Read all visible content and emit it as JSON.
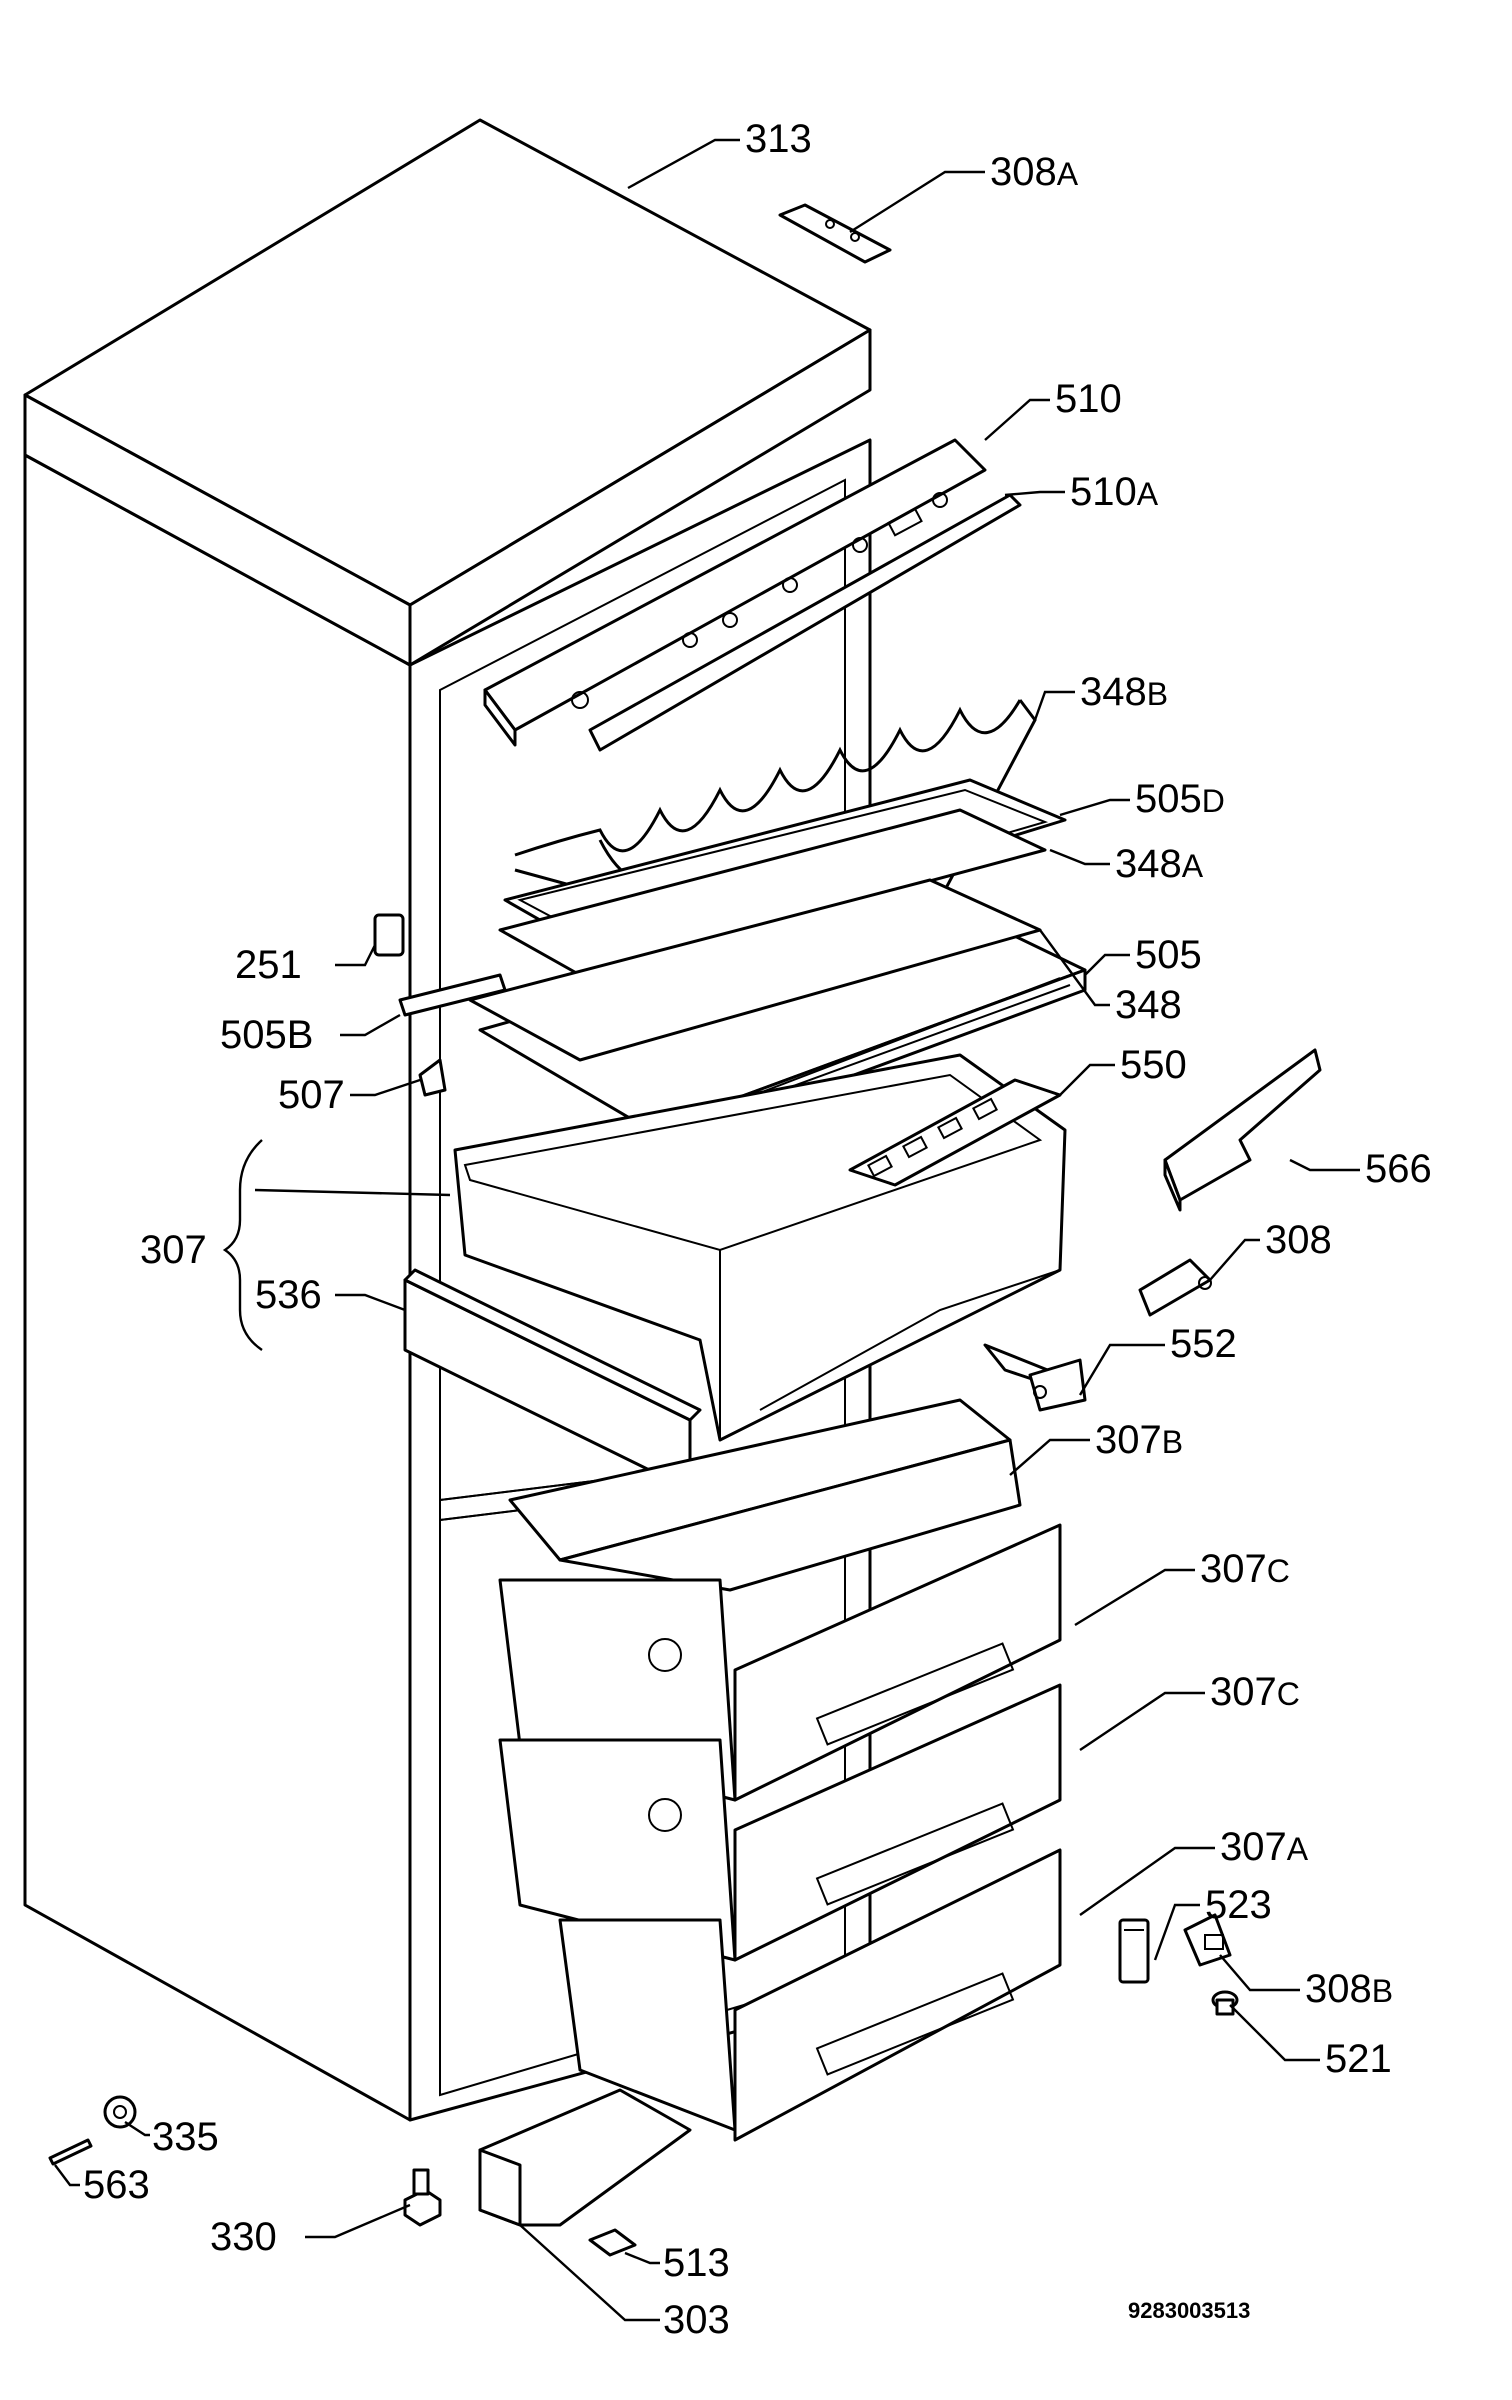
{
  "document_number": "9283003513",
  "labels": [
    {
      "id": "313",
      "num": "313",
      "sfx": ""
    },
    {
      "id": "308a",
      "num": "308",
      "sfx": "A"
    },
    {
      "id": "510",
      "num": "510",
      "sfx": ""
    },
    {
      "id": "510a",
      "num": "510",
      "sfx": "A"
    },
    {
      "id": "348b",
      "num": "348",
      "sfx": "B"
    },
    {
      "id": "505d",
      "num": "505",
      "sfx": "D"
    },
    {
      "id": "348a",
      "num": "348",
      "sfx": "A"
    },
    {
      "id": "251",
      "num": "251",
      "sfx": ""
    },
    {
      "id": "505",
      "num": "505",
      "sfx": ""
    },
    {
      "id": "505b",
      "num": "505B",
      "sfx": ""
    },
    {
      "id": "348",
      "num": "348",
      "sfx": ""
    },
    {
      "id": "507",
      "num": "507",
      "sfx": ""
    },
    {
      "id": "550",
      "num": "550",
      "sfx": ""
    },
    {
      "id": "566",
      "num": "566",
      "sfx": ""
    },
    {
      "id": "307",
      "num": "307",
      "sfx": ""
    },
    {
      "id": "308",
      "num": "308",
      "sfx": ""
    },
    {
      "id": "536",
      "num": "536",
      "sfx": ""
    },
    {
      "id": "552",
      "num": "552",
      "sfx": ""
    },
    {
      "id": "307b",
      "num": "307",
      "sfx": "B"
    },
    {
      "id": "307c1",
      "num": "307",
      "sfx": "C"
    },
    {
      "id": "307c2",
      "num": "307",
      "sfx": "C"
    },
    {
      "id": "307a",
      "num": "307",
      "sfx": "A"
    },
    {
      "id": "523",
      "num": "523",
      "sfx": ""
    },
    {
      "id": "308b",
      "num": "308",
      "sfx": "B"
    },
    {
      "id": "521",
      "num": "521",
      "sfx": ""
    },
    {
      "id": "335",
      "num": "335",
      "sfx": ""
    },
    {
      "id": "563",
      "num": "563",
      "sfx": ""
    },
    {
      "id": "330",
      "num": "330",
      "sfx": ""
    },
    {
      "id": "513",
      "num": "513",
      "sfx": ""
    },
    {
      "id": "303",
      "num": "303",
      "sfx": ""
    }
  ]
}
